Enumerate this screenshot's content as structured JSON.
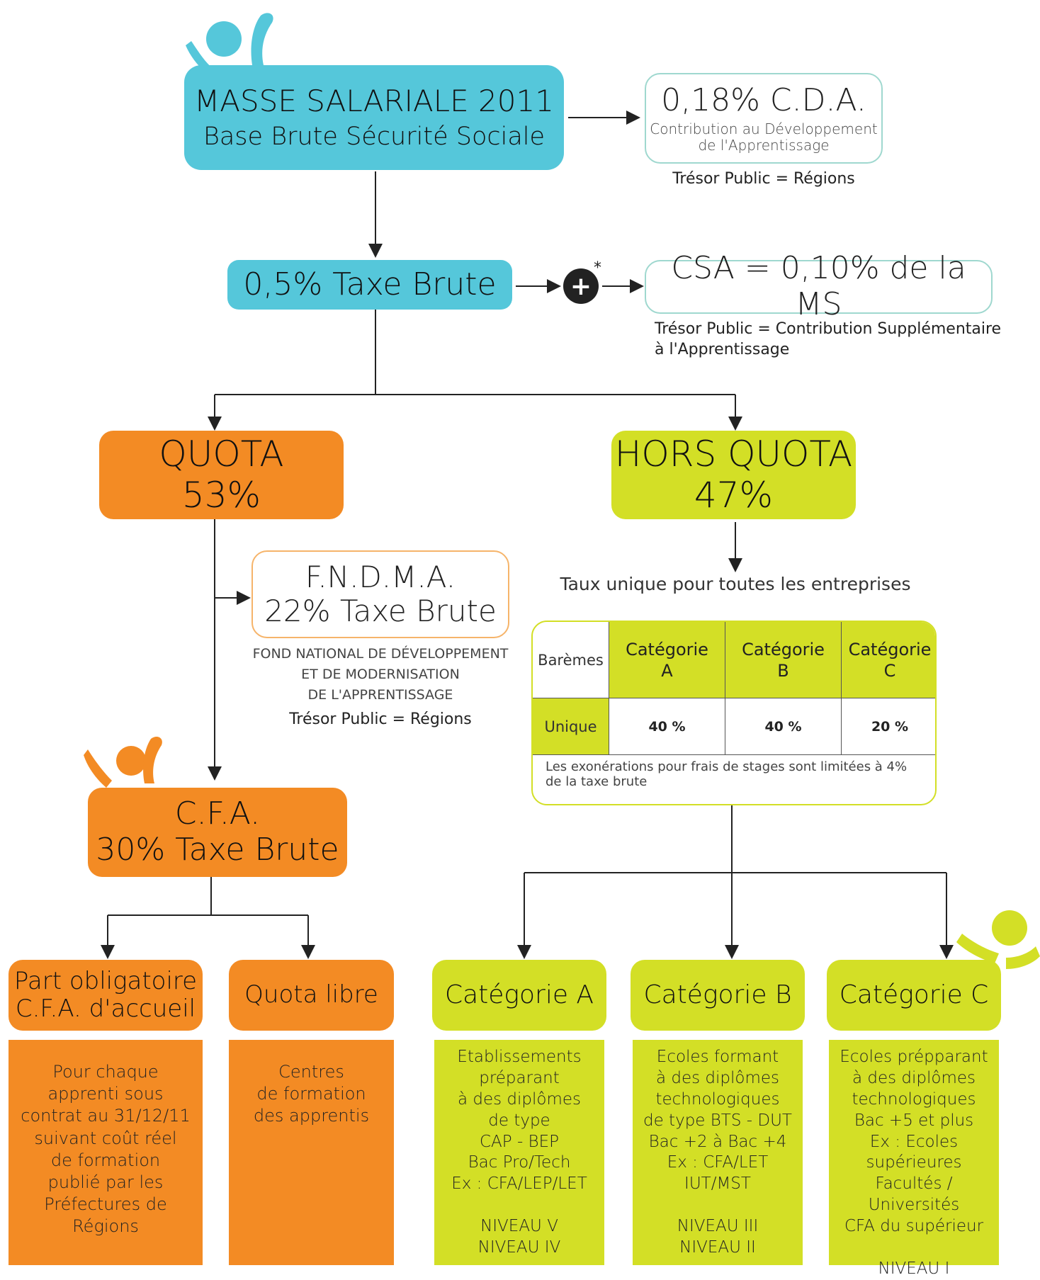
{
  "colors": {
    "cyan": "#55c7da",
    "orange": "#f38b24",
    "lime": "#d3df26",
    "dark": "#222222"
  },
  "masse": {
    "line1": "MASSE SALARIALE 2011",
    "line2": "Base Brute Sécurité Sociale"
  },
  "cda": {
    "title": "0,18% C.D.A.",
    "line1": "Contribution au Développement",
    "line2": "de l'Apprentissage",
    "note": "Trésor Public = Régions"
  },
  "taxe": {
    "label": "0,5% Taxe Brute",
    "plus": "+",
    "asterisk": "*"
  },
  "csa": {
    "label": "CSA = 0,10% de la MS",
    "note1": "Trésor Public = Contribution Supplémentaire",
    "note2": "à l'Apprentissage"
  },
  "quota": {
    "line1": "QUOTA",
    "line2": "53%"
  },
  "hors_quota": {
    "line1": "HORS QUOTA",
    "line2": "47%"
  },
  "fndma": {
    "line1": "F.N.D.M.A.",
    "line2": "22% Taxe Brute",
    "desc1": "FOND NATIONAL DE DÉVELOPPEMENT",
    "desc2": "ET DE MODERNISATION",
    "desc3": "DE L'APPRENTISSAGE",
    "note": "Trésor Public = Régions"
  },
  "taux_unique": "Taux unique pour toutes les entreprises",
  "baremes": {
    "header": "Barèmes",
    "cat_a": "Catégorie\nA",
    "cat_b": "Catégorie\nB",
    "cat_c": "Catégorie\nC",
    "row_label": "Unique",
    "val_a": "40 %",
    "val_b": "40 %",
    "val_c": "20 %",
    "footnote": "Les exonérations pour frais de stages sont limitées à 4%\nde la taxe brute"
  },
  "cfa": {
    "line1": "C.F.A.",
    "line2": "30% Taxe Brute"
  },
  "part_obligatoire": {
    "line1": "Part obligatoire",
    "line2": "C.F.A. d'accueil",
    "desc": "Pour chaque\napprenti sous\ncontrat au 31/12/11\nsuivant coût réel\nde formation\npublié par les\nPréfectures de\nRégions"
  },
  "quota_libre": {
    "label": "Quota libre",
    "desc": "Centres\nde formation\ndes apprentis"
  },
  "cat_a": {
    "label": "Catégorie A",
    "desc": "Etablissements\npréparant\nà des diplômes\nde type\nCAP - BEP\nBac Pro/Tech\nEx : CFA/LEP/LET\n\nNIVEAU V\nNIVEAU IV"
  },
  "cat_b": {
    "label": "Catégorie B",
    "desc": "Ecoles formant\nà des diplômes\ntechnologiques\nde type BTS - DUT\nBac +2 à Bac +4\nEx : CFA/LET\nIUT/MST\n\nNIVEAU III\nNIVEAU II"
  },
  "cat_c": {
    "label": "Catégorie C",
    "desc": "Ecoles prépparant\nà des diplômes\ntechnologiques\nBac +5 et plus\nEx : Ecoles\nsupérieures\nFacultés / Universités\nCFA du supérieur\n\nNIVEAU I"
  }
}
